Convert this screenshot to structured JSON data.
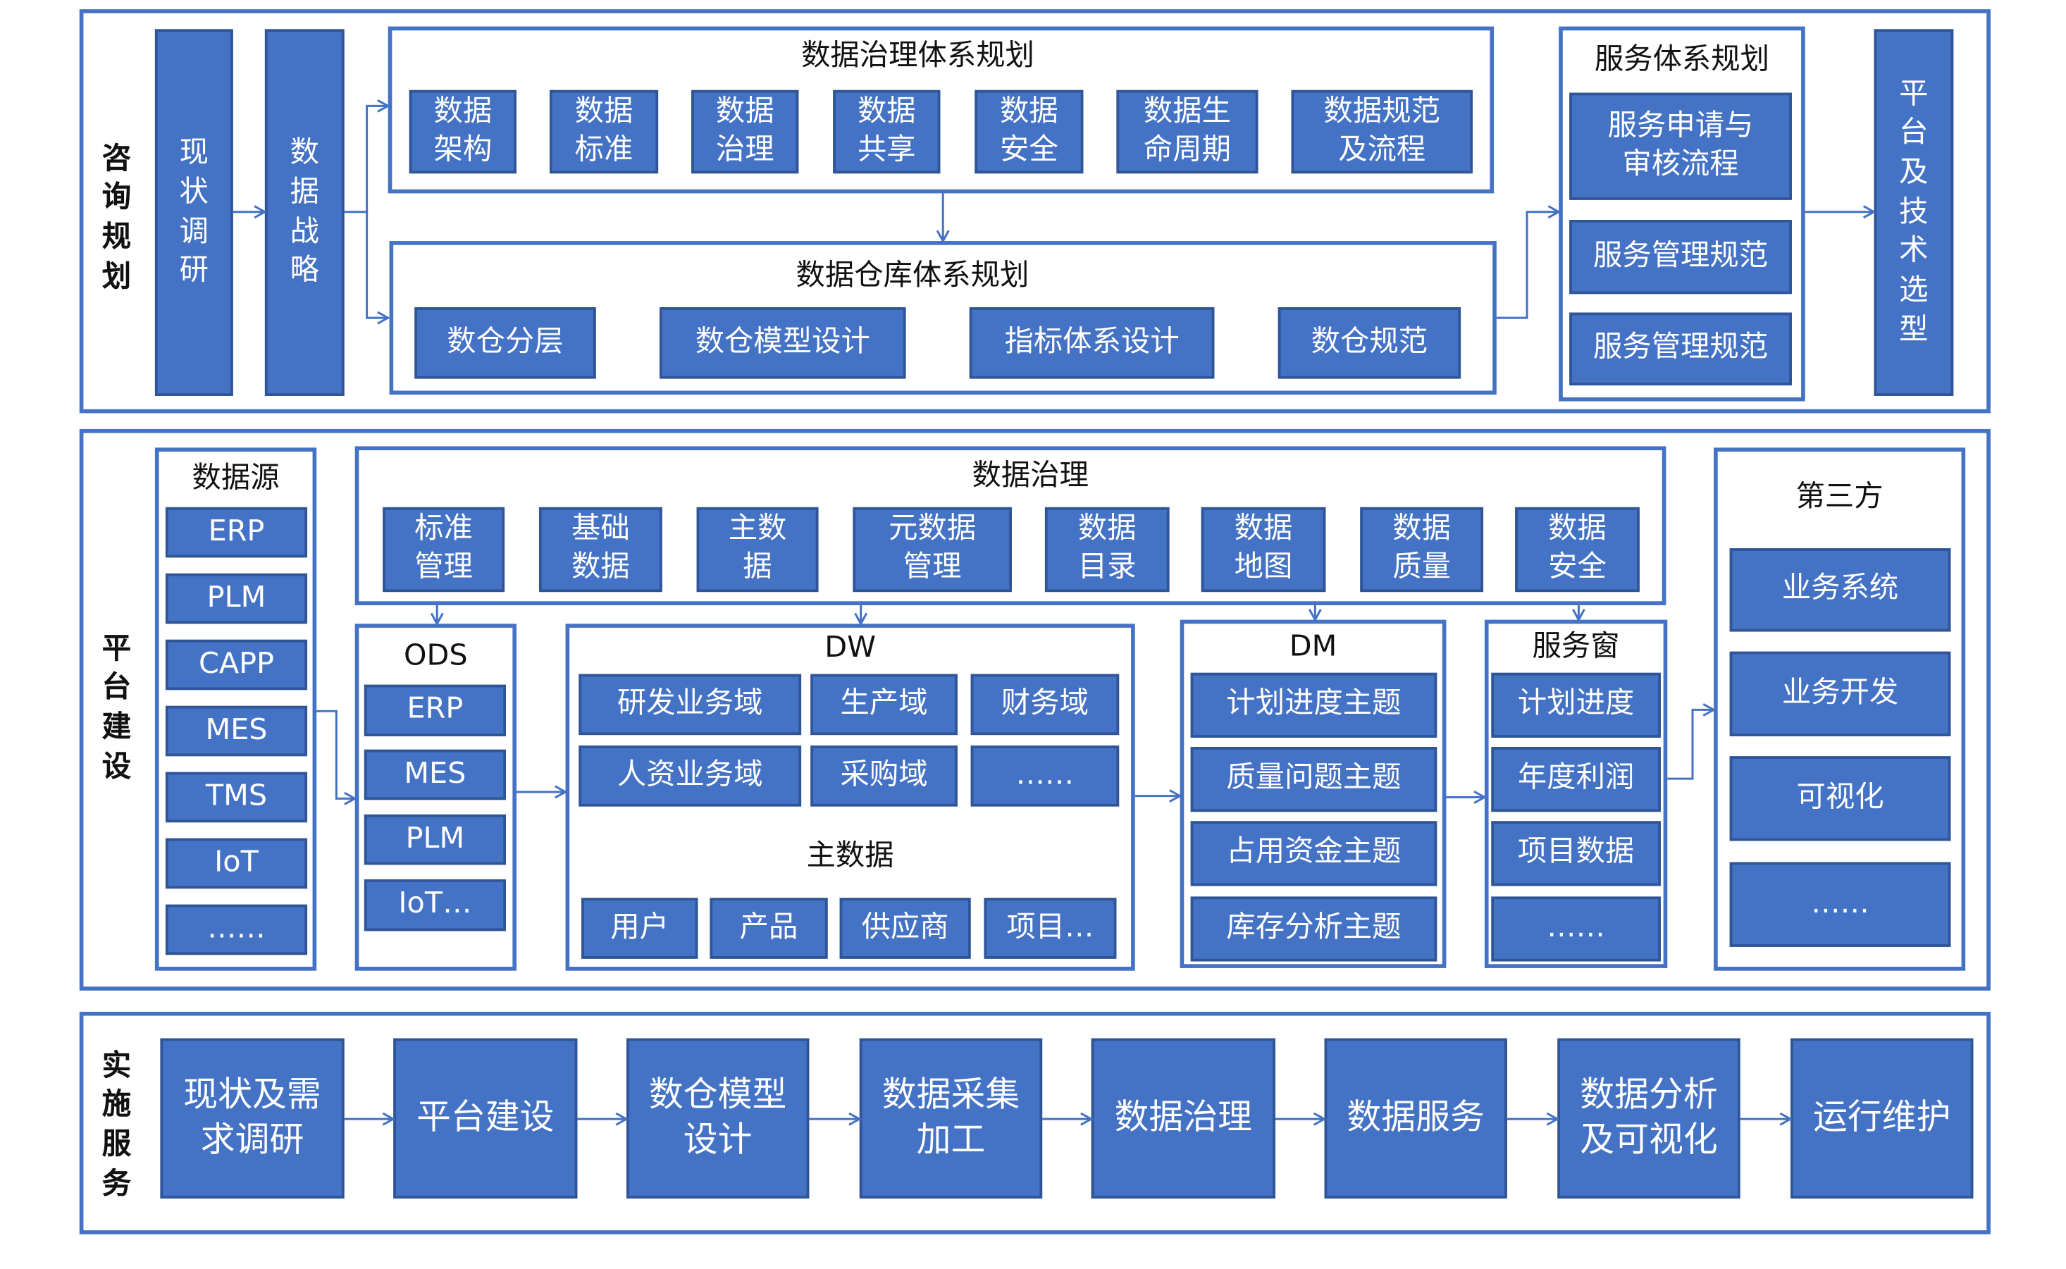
{
  "consulting": {
    "label": "咨询规划",
    "survey": "现状调研",
    "strategy": "数据战略",
    "governance_plan": {
      "title": "数据治理体系规划",
      "items": [
        "数据架构",
        "数据标准",
        "数据治理",
        "数据共享",
        "数据安全",
        "数据生命周期",
        "数据规范及流程"
      ]
    },
    "warehouse_plan": {
      "title": "数据仓库体系规划",
      "items": [
        "数仓分层",
        "数仓模型设计",
        "指标体系设计",
        "数仓规范"
      ]
    },
    "service_plan": {
      "title": "服务体系规划",
      "items": [
        "服务申请与审核流程",
        "服务管理规范",
        "服务管理规范"
      ]
    },
    "tech_selection": "平台及技术选型"
  },
  "platform": {
    "label": "平台建设",
    "sources": {
      "title": "数据源",
      "items": [
        "ERP",
        "PLM",
        "CAPP",
        "MES",
        "TMS",
        "IoT",
        "……"
      ]
    },
    "governance": {
      "title": "数据治理",
      "items": [
        "标准管理",
        "基础数据",
        "主数据",
        "元数据管理",
        "数据目录",
        "数据地图",
        "数据质量",
        "数据安全"
      ]
    },
    "ods": {
      "title": "ODS",
      "items": [
        "ERP",
        "MES",
        "PLM",
        "IoT…"
      ]
    },
    "dw": {
      "title": "DW",
      "domains": [
        "研发业务域",
        "生产域",
        "财务域",
        "人资业务域",
        "采购域",
        "……"
      ],
      "master_title": "主数据",
      "master": [
        "用户",
        "产品",
        "供应商",
        "项目…"
      ]
    },
    "dm": {
      "title": "DM",
      "items": [
        "计划进度主题",
        "质量问题主题",
        "占用资金主题",
        "库存分析主题"
      ]
    },
    "service_window": {
      "title": "服务窗",
      "items": [
        "计划进度",
        "年度利润",
        "项目数据",
        "……"
      ]
    },
    "third_party": {
      "title": "第三方",
      "items": [
        "业务系统",
        "业务开发",
        "可视化",
        "……"
      ]
    }
  },
  "implementation": {
    "label": "实施服务",
    "steps": [
      "现状及需求调研",
      "平台建设",
      "数仓模型设计",
      "数据采集加工",
      "数据治理",
      "数据服务",
      "数据分析及可视化",
      "运行维护"
    ]
  },
  "colors": {
    "box_fill": "#4472C4",
    "box_border": "#2F5597",
    "frame": "#4472C4"
  }
}
